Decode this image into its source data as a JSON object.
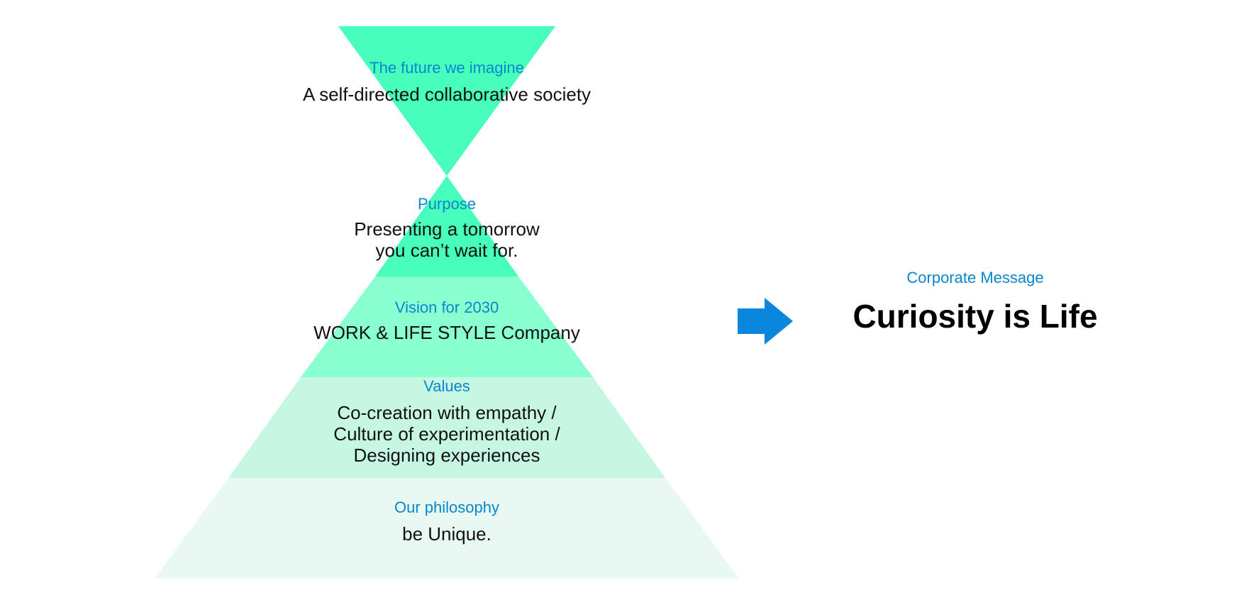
{
  "colors": {
    "top": "#47ffba",
    "purpose": "#47ffba",
    "vision": "#8affd0",
    "values": "#c6f7e3",
    "philosophy": "#e7f9f2",
    "label": "#0a86cf",
    "text": "#111111",
    "arrow": "#0a86dd"
  },
  "layers": [
    {
      "id": "future",
      "label": "The future we imagine",
      "text": "A self-directed collaborative society"
    },
    {
      "id": "purpose",
      "label": "Purpose",
      "text": "Presenting a tomorrow\nyou can’t wait for."
    },
    {
      "id": "vision",
      "label": "Vision for 2030",
      "text": "WORK & LIFE STYLE Company"
    },
    {
      "id": "values",
      "label": "Values",
      "text": "Co-creation with empathy /\nCulture of experimentation /\nDesigning experiences"
    },
    {
      "id": "philosophy",
      "label": "Our philosophy",
      "text": "be Unique."
    }
  ],
  "corporate": {
    "label": "Corporate Message",
    "message": "Curiosity is Life"
  },
  "icons": {
    "arrow": "arrow-right-icon"
  }
}
